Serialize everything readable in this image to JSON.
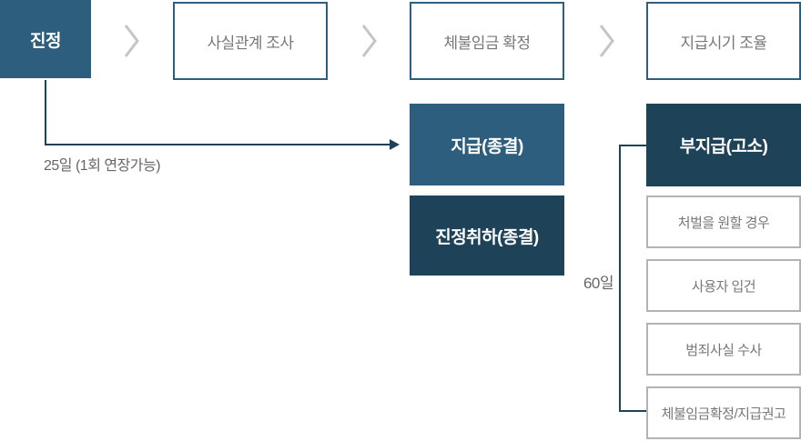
{
  "diagram": {
    "type": "flowchart",
    "top_row": [
      {
        "label": "진정"
      },
      {
        "label": "사실관계 조사"
      },
      {
        "label": "체불임금 확정"
      },
      {
        "label": "지급시기 조율"
      }
    ],
    "petition_branch": {
      "duration_label": "25일 (1회 연장가능)"
    },
    "settlement_branch": [
      {
        "label": "지급(종결)"
      },
      {
        "label": "진정취하(종결)"
      }
    ],
    "accusation_branch": {
      "head_label": "부지급(고소)",
      "duration_label": "60일",
      "steps": [
        {
          "label": "처벌을 원할 경우"
        },
        {
          "label": "사용자 입건"
        },
        {
          "label": "범죄사실 수사"
        },
        {
          "label": "체불임금확정/지급권고"
        }
      ]
    },
    "icons": {
      "chevron": "chevron-right-icon",
      "arrow": "arrow-right-icon"
    },
    "colors": {
      "steel_blue": "#2E5E7D",
      "dark_navy": "#1E4257",
      "outline_blue": "#2E5E7D",
      "outline_gray": "#B3B3B3",
      "text_gray": "#777777",
      "annotation_gray": "#666666",
      "chevron_gray": "#C5C5C5"
    }
  }
}
